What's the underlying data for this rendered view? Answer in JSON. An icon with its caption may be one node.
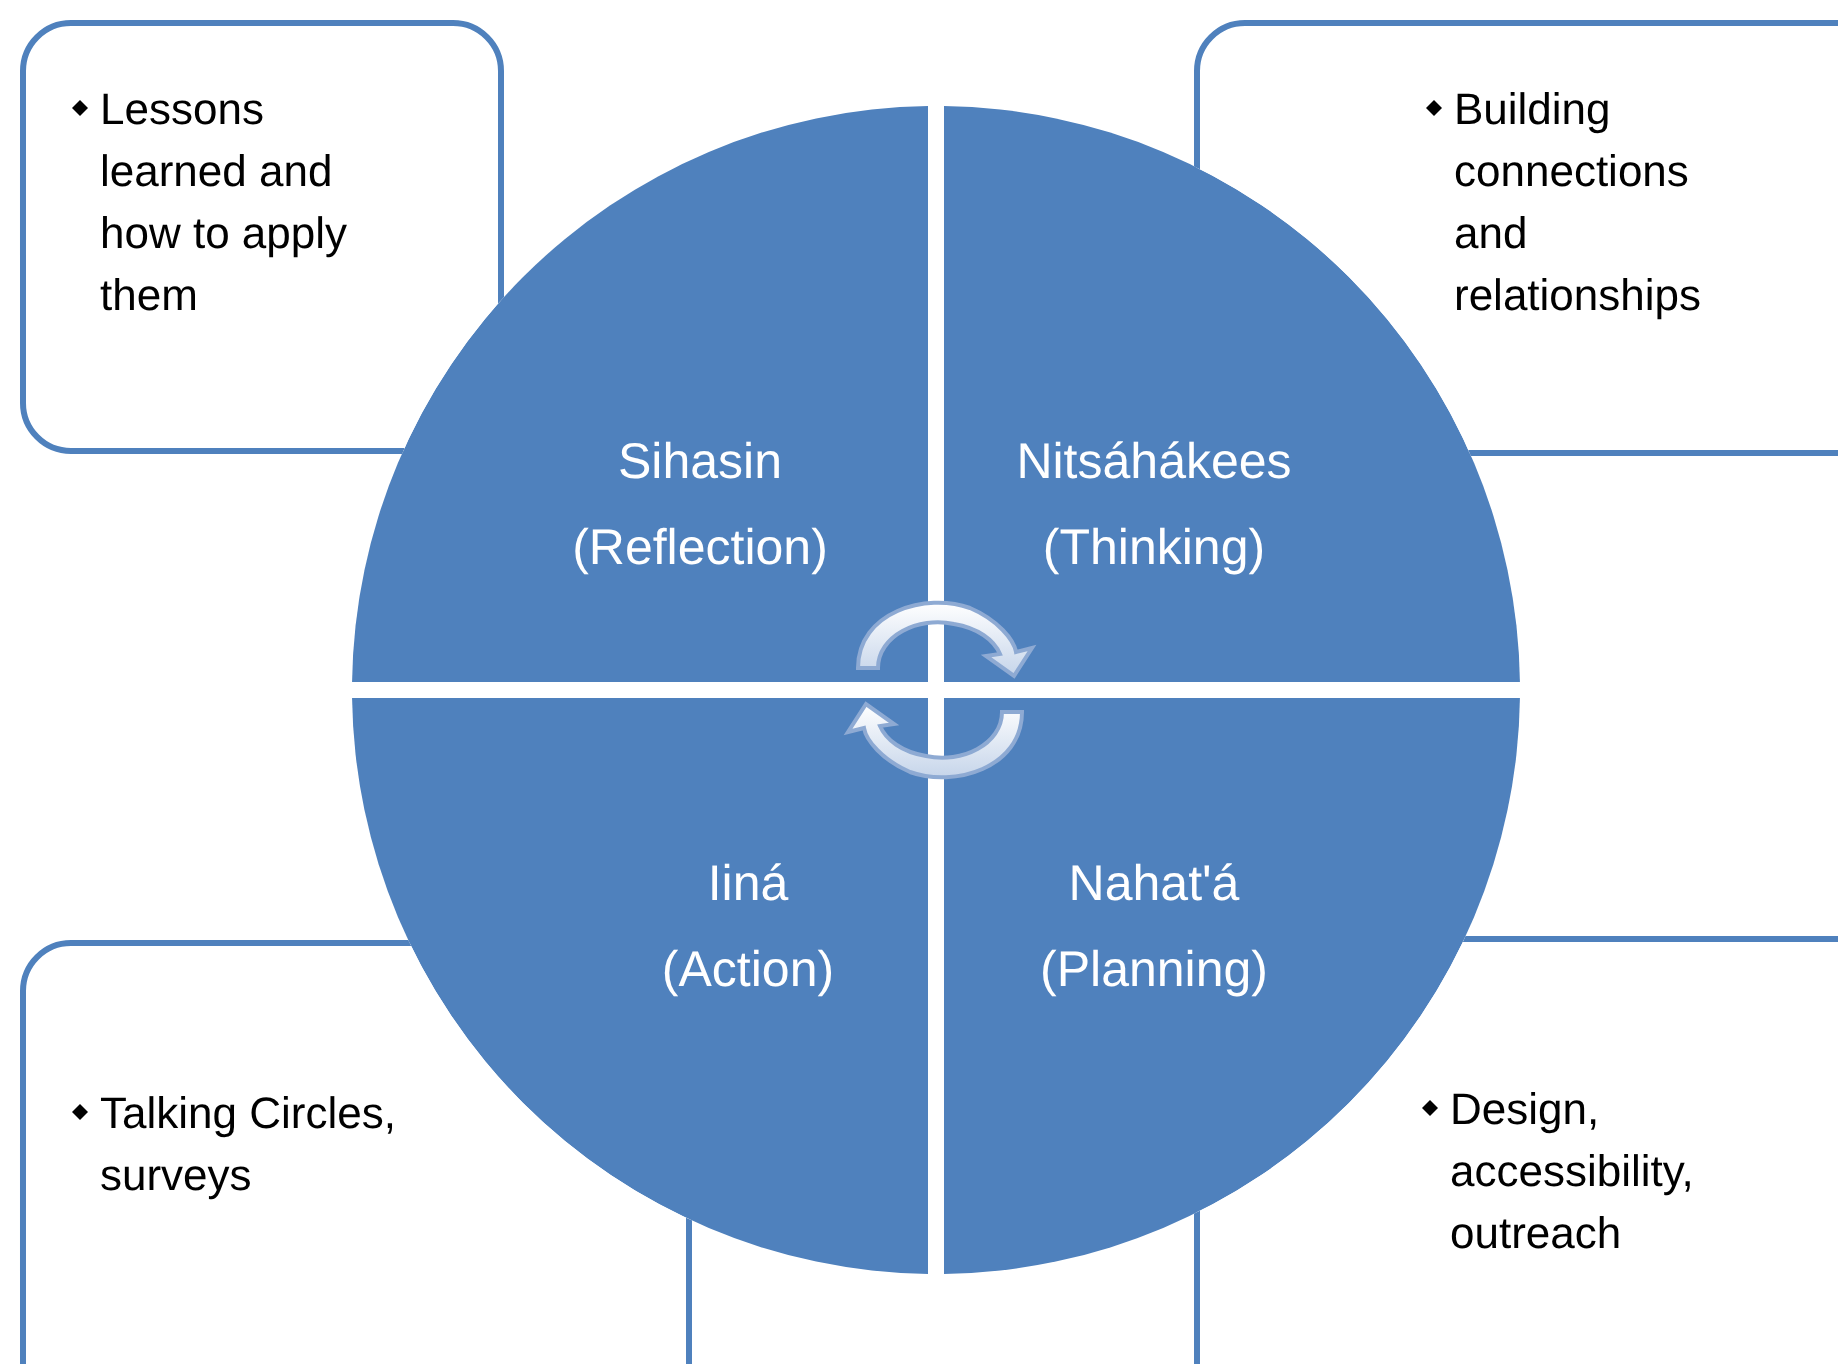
{
  "diagram": {
    "nodes": [
      {
        "text": [
          "Lessons learned  and how to apply them"
        ]
      },
      {
        "text": [
          "Building connections and relationships"
        ]
      },
      {
        "text": [
          "Sihasin (Reflection)"
        ]
      },
      {
        "text": [
          "Nitsáhákees (Thinking)"
        ]
      },
      {
        "text": [
          "Iiná (Action)"
        ]
      },
      {
        "text": [
          "Nahat'á (Planning)"
        ]
      },
      {
        "text": [
          "Talking Circles, surveys"
        ]
      },
      {
        "text": [
          "Design, accessibility, outreach"
        ]
      }
    ]
  }
}
